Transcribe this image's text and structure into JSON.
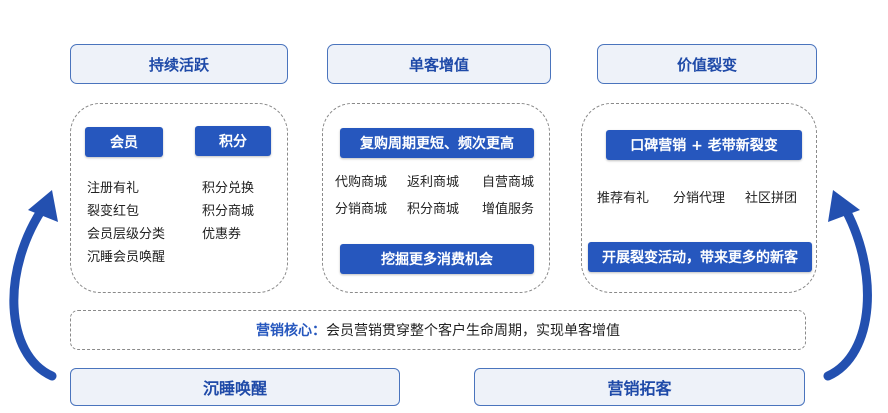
{
  "headers": [
    "持续活跃",
    "单客增值",
    "价值裂变"
  ],
  "panel1": {
    "pill_left": "会员",
    "pill_right": "积分",
    "left_items": [
      "注册有礼",
      "裂变红包",
      "会员层级分类",
      "沉睡会员唤醒"
    ],
    "right_items": [
      "积分兑换",
      "积分商城",
      "优惠券"
    ]
  },
  "panel2": {
    "top_pill": "复购周期更短、频次更高",
    "row1": [
      "代购商城",
      "返利商城",
      "自营商城"
    ],
    "row2": [
      "分销商城",
      "积分商城",
      "增值服务"
    ],
    "bottom_pill": "挖掘更多消费机会"
  },
  "panel3": {
    "top_pill": "口碑营销 + 老带新裂变",
    "row1": [
      "推荐有礼",
      "分销代理",
      "社区拼团"
    ],
    "bottom_pill": "开展裂变活动，带来更多的新客"
  },
  "core": {
    "key": "营销核心：",
    "text": "会员营销贯穿整个客户生命周期，实现单客增值"
  },
  "footer": {
    "left": "沉睡唤醒",
    "right": "营销拓客"
  },
  "colors": {
    "accent": "#2657be",
    "header_bg": "#eef2f9",
    "header_border": "#4a74bd",
    "arrow": "#2350b0"
  }
}
